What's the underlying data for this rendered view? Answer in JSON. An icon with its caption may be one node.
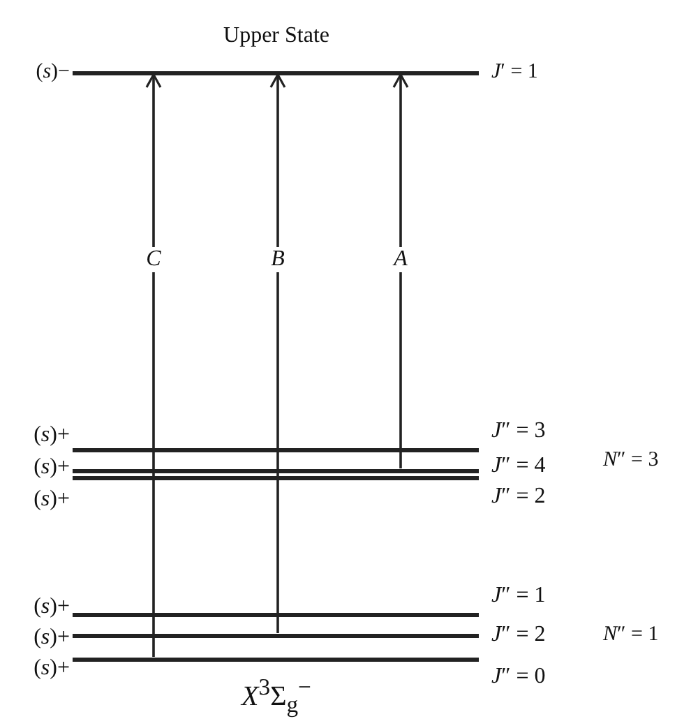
{
  "diagram": {
    "nodes": [
      {
        "text": [],
        "shape": "bar",
        "beside": [
          "Upper State",
          "(*s*)−",
          "*J*′ = 1"
        ]
      },
      {
        "text": [],
        "shape": "bar",
        "beside": [
          "(*s*)+",
          "*J*″ = 3"
        ]
      },
      {
        "text": [],
        "shape": "bar",
        "beside": [
          "(*s*)+",
          "*J*″ = 4"
        ]
      },
      {
        "text": [],
        "shape": "bar",
        "beside": [
          "(*s*)+",
          "*J*″ = 2"
        ]
      },
      {
        "text": [],
        "shape": "bar",
        "beside": [
          "(*s*)+",
          "*J*″ = 1"
        ]
      },
      {
        "text": [],
        "shape": "bar",
        "beside": [
          "(*s*)+",
          "*J*″ = 2"
        ]
      },
      {
        "text": [],
        "shape": "bar",
        "beside": [
          "(*s*)+",
          "*J*″ = 0"
        ]
      }
    ],
    "edges": [
      {
        "from": 6,
        "to": 0,
        "arrow": "to",
        "label": "C"
      },
      {
        "from": 5,
        "to": 0,
        "arrow": "to",
        "label": "B"
      },
      {
        "from": 2,
        "to": 0,
        "arrow": "to",
        "label": "A"
      }
    ],
    "labels": [
      "*N*″ = 3",
      "*N*″ = 1",
      "*X*$^{3}$Σ$_{g}$$^{−}$"
    ]
  }
}
